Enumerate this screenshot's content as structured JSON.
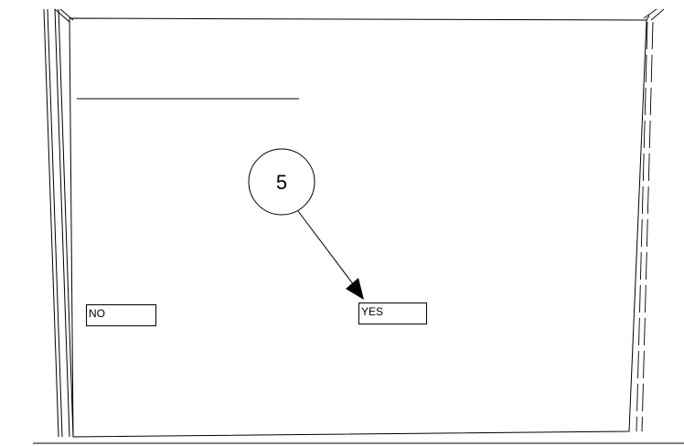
{
  "callout": {
    "number": "5"
  },
  "labels": {
    "no": "NO",
    "yes": "YES"
  },
  "colors": {
    "line": "#000000",
    "background": "#ffffff"
  }
}
